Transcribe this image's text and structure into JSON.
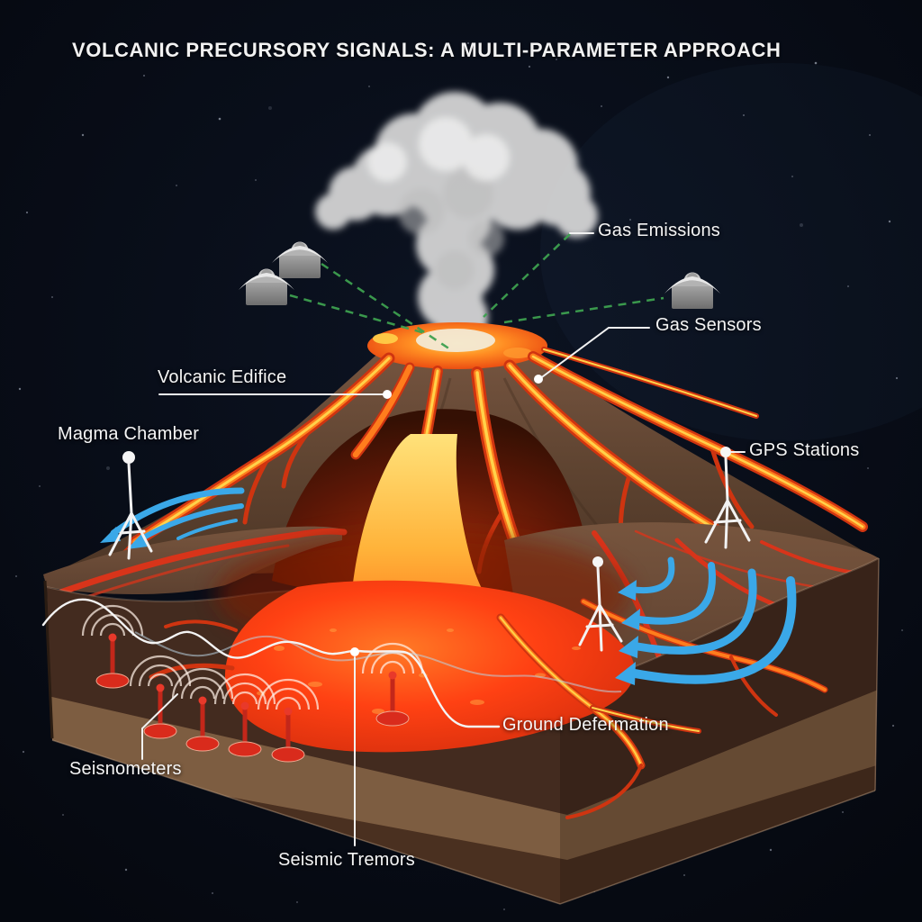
{
  "title": "VOLCANIC PRECURSORY SIGNALS: A MULTI-PARAMETER APPROACH",
  "labels": {
    "gas_emissions": "Gas Emissions",
    "gas_sensors": "Gas Sensors",
    "volcanic_edifice": "Volcanic Edifice",
    "magma_chamber": "Magma Chamber",
    "gps_stations": "GPS Stations",
    "ground_deformation": "Ground Defermation",
    "seismometers": "Seisnometers",
    "seismic_tremors": "Seismic Tremors"
  },
  "instruments": {
    "gas_sensor_count": 3,
    "gps_station_count": 3,
    "seismometer_count": 6
  },
  "colors": {
    "background": "#070b14",
    "smoke": "#d9d9d9",
    "cone_brown": "#5f4431",
    "soil_dark": "#432b1f",
    "soil_light": "#7d5d41",
    "lava_core_yellow": "#ffd24a",
    "lava_orange": "#ff7d1d",
    "lava_red": "#cf3410",
    "magma_chamber": "#ff4113",
    "seismometer_red": "#d92b1c",
    "gps_arrow_blue": "#3aa8e8",
    "gas_line_green": "#3da04f",
    "label_white": "#f5f5f5"
  }
}
